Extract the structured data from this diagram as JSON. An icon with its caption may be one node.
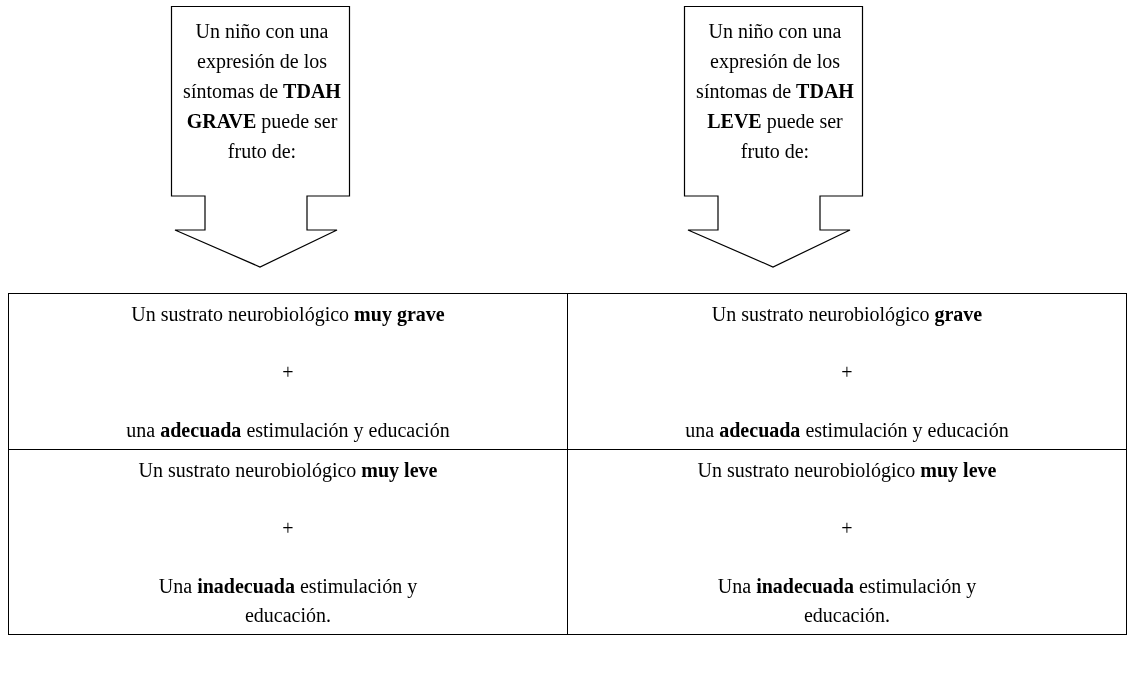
{
  "diagram": {
    "nodes": [
      {
        "text": [
          "Un niño con una expresión de los síntomas de **TDAH GRAVE** puede ser fruto de:"
        ]
      },
      {
        "text": [
          "Un niño con una expresión de los síntomas de **TDAH LEVE** puede ser fruto de:"
        ]
      }
    ],
    "labels": [
      "Un sustrato neurobiológico **muy grave**",
      "+",
      "una **adecuada** estimulación y educación",
      "Un sustrato neurobiológico **grave**",
      "+",
      "una **adecuada** estimulación y educación",
      "Un sustrato neurobiológico **muy leve**",
      "+",
      "Una **inadecuada** estimulación y educación.",
      "Un sustrato neurobiológico **muy leve**",
      "+",
      "Una **inadecuada** estimulación y educación."
    ]
  }
}
